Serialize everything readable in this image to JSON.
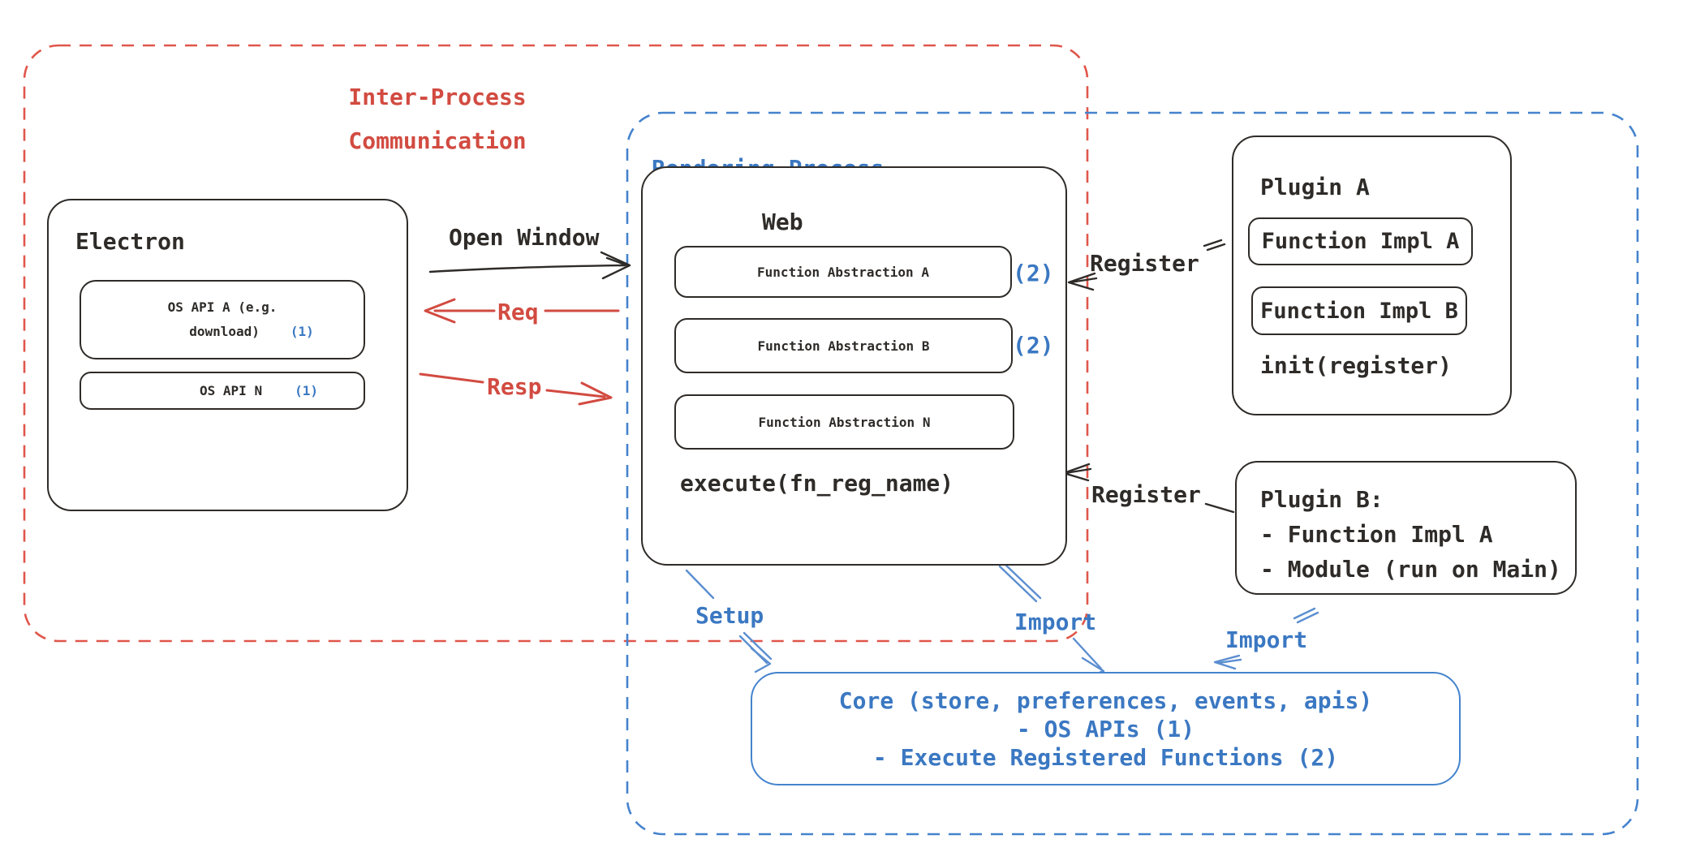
{
  "colors": {
    "black": "#2e2b28",
    "red": "#d24b41",
    "red_dash": "#e0564b",
    "blue": "#3b78c2",
    "blue_dash": "#4583cd",
    "blue_arrow": "#5b8ed0"
  },
  "ipc": {
    "line1": "Inter-Process",
    "line2": "Communication"
  },
  "rendering_process": {
    "title": "Rendering Process"
  },
  "electron": {
    "title": "Electron",
    "api_a": {
      "line1": "OS API A (e.g.",
      "line2": "download)",
      "tag": "(1)"
    },
    "api_n": {
      "label": "OS API N",
      "tag": "(1)"
    }
  },
  "web": {
    "title": "Web",
    "fa_a": {
      "label": "Function Abstraction A",
      "tag": "(2)"
    },
    "fa_b": {
      "label": "Function Abstraction B",
      "tag": "(2)"
    },
    "fa_n": {
      "label": "Function Abstraction N"
    },
    "execute": "execute(fn_reg_name)"
  },
  "plugin_a": {
    "title": "Plugin A",
    "impl_a": "Function Impl A",
    "impl_b": "Function Impl B",
    "init": "init(register)"
  },
  "plugin_b": {
    "title": "Plugin B:",
    "item1": "- Function Impl A",
    "item2": "- Module (run on Main)"
  },
  "core": {
    "line1": "Core (store, preferences, events, apis)",
    "line2": "- OS APIs (1)",
    "line3": "- Execute Registered Functions (2)"
  },
  "arrows": {
    "open_window": "Open Window",
    "req": "Req",
    "resp": "Resp",
    "register_top": "Register",
    "register_bottom": "Register",
    "setup": "Setup",
    "import_web": "Import",
    "import_plugin": "Import"
  }
}
